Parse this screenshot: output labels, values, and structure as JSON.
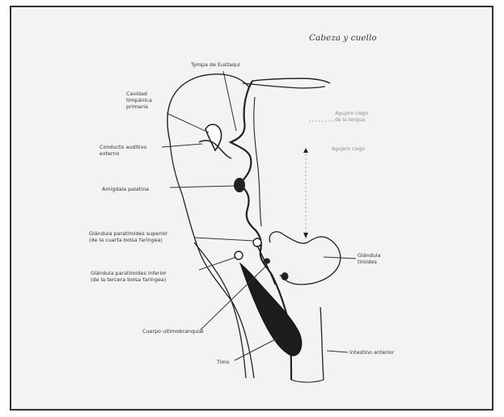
{
  "figure": {
    "title": "Cabeza y cuello",
    "labels": {
      "tympanic_groove": "Tympa de Eustaqui",
      "tympanic_cavity_line1": "Cavidad",
      "tympanic_cavity_line2": "timpánica",
      "tympanic_cavity_line3": "primaria",
      "ext_auditory_meatus_line1": "Conducto auditivo",
      "ext_auditory_meatus_line2": "externo",
      "palatine_tonsil": "Amígdala palatina",
      "sup_parathyroid_line1": "Glándula paratiroides superior",
      "sup_parathyroid_line2": "(de la cuarta bolsa faríngea)",
      "inf_parathyroid_line1": "Glándula paratiroides inferior",
      "inf_parathyroid_line2": "(de la tercera bolsa faríngea)",
      "ultimobranchial_body": "Cuerpo ultimobranquial",
      "thymus": "Timo",
      "thyroid_line1": "Glándula",
      "thyroid_line2": "tiroides",
      "foramen_cecum_line1": "Agujero ciego",
      "foramen_cecum_line2": "de la lengua",
      "thyroglossal_duct": "Agujero ciego",
      "primitive_gut": "Intestino anterior"
    },
    "colors": {
      "ink": "#222222",
      "paper": "#f3f3f1",
      "frame": "#333333"
    }
  }
}
